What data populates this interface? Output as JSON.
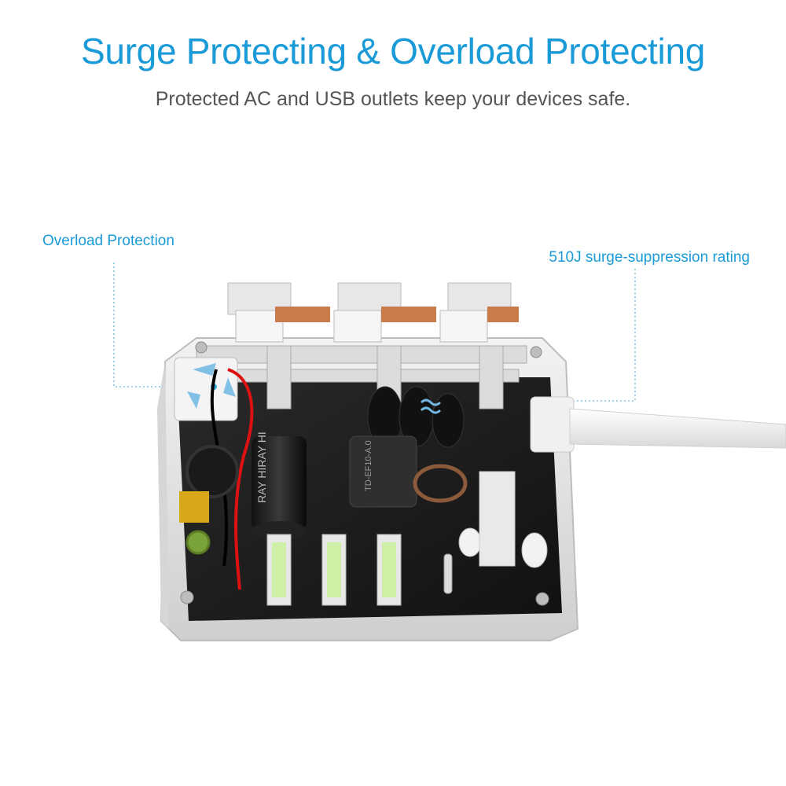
{
  "title": "Surge Protecting & Overload Protecting",
  "subtitle": "Protected AC and USB outlets keep your devices safe.",
  "callouts": {
    "overload": "Overload Protection",
    "surge": "510J surge-suppression rating"
  },
  "board_markings": {
    "capacitor_text": "RAY HIRAY HI",
    "transformer_text": "TD-EF10-A.0"
  },
  "colors": {
    "accent": "#1a9bd7",
    "subtitle": "#555555",
    "housing": "#e9e9e9",
    "board": "#1c1c1c",
    "usb_port": "#cfeea6"
  }
}
